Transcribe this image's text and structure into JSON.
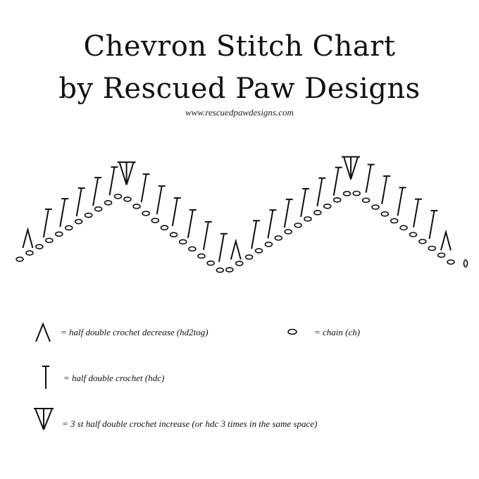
{
  "title_line1": "Chevron Stitch Chart",
  "title_line2": "by Rescued Paw Designs",
  "website": "www.rescuedpawdesigns.com",
  "stitch_color": "#111111",
  "legend": {
    "decrease": "= half double crochet decrease (hd2tog)",
    "chain": "= chain (ch)",
    "hdc": "= half double crochet (hdc)",
    "increase": "= 3 st half double crochet increase (or hdc 3 times in the same space)"
  },
  "stitch_sequence": [
    "hd2tog",
    "hdc",
    "hdc",
    "hdc",
    "hdc",
    "hdc",
    "3hdc-inc",
    "hdc",
    "hdc",
    "hdc",
    "hdc",
    "hdc",
    "hdc",
    "hd2tog",
    "hdc",
    "hdc",
    "hdc",
    "hdc",
    "hdc",
    "hdc",
    "3hdc-inc",
    "hdc",
    "hdc",
    "hdc",
    "hdc",
    "hdc",
    "hd2tog"
  ]
}
